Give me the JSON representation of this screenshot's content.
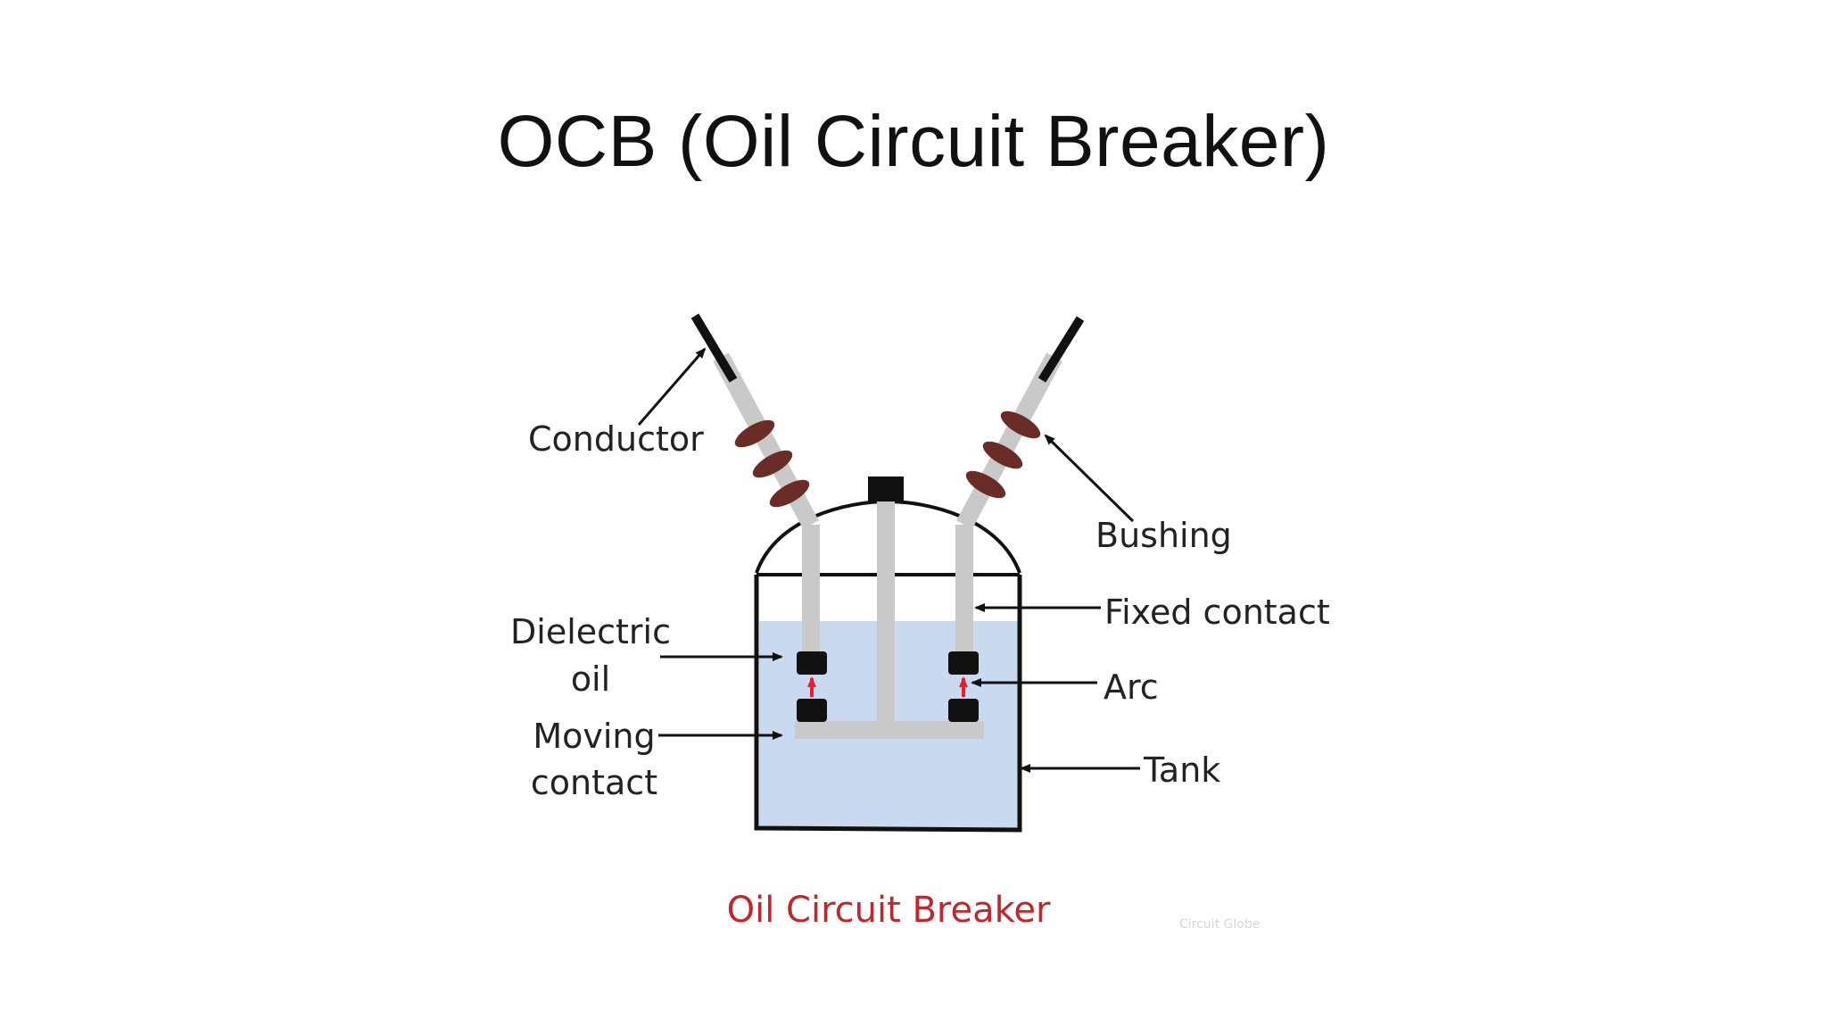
{
  "slide": {
    "title": "OCB (Oil Circuit Breaker)"
  },
  "diagram": {
    "labels": {
      "conductor": "Conductor",
      "bushing": "Bushing",
      "fixed_contact": "Fixed contact",
      "dielectric_oil_line1": "Dielectric",
      "dielectric_oil_line2": "oil",
      "arc": "Arc",
      "moving_contact_line1": "Moving",
      "moving_contact_line2": "contact",
      "tank": "Tank"
    },
    "caption": "Oil Circuit Breaker",
    "watermark": "Circuit Globe",
    "colors": {
      "oil": "#c8d9f0",
      "rod": "#c9c9c9",
      "bushing": "#6b2b26",
      "contact": "#111111",
      "arc": "#e8202a",
      "caption": "#c0272d"
    }
  }
}
